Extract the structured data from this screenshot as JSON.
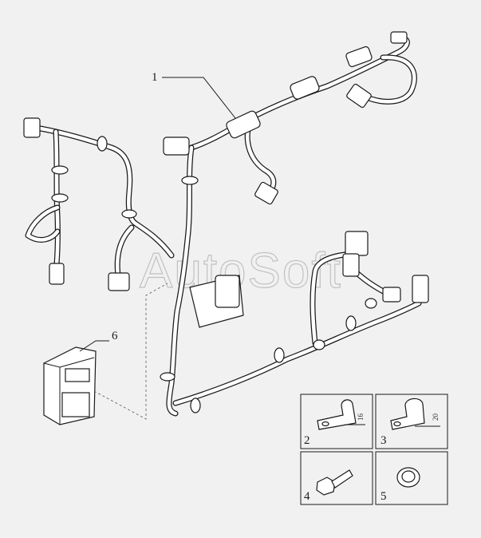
{
  "watermark": "AutoSoft",
  "callouts": {
    "harness": "1",
    "ecu": "6"
  },
  "detail_boxes": [
    {
      "number": "2",
      "part": "p-clip",
      "dimension": "16"
    },
    {
      "number": "3",
      "part": "p-clip",
      "dimension": "20"
    },
    {
      "number": "4",
      "part": "bolt"
    },
    {
      "number": "5",
      "part": "nut"
    }
  ],
  "colors": {
    "background": "#f1f1f1",
    "line": "#1a1a1a",
    "fill": "#ffffff"
  }
}
